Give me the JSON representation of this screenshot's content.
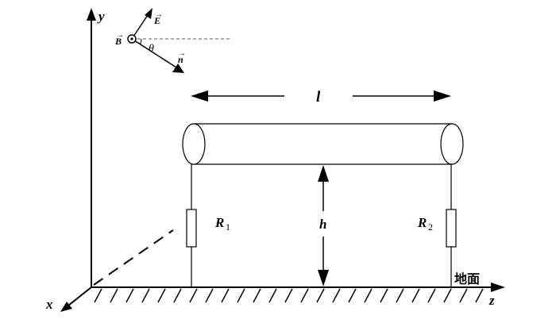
{
  "axes": {
    "x_label": "x",
    "y_label": "y",
    "z_label": "z"
  },
  "field_vectors": {
    "e_label": "E",
    "b_label": "B",
    "n_label": "n",
    "angle_label": "θ"
  },
  "dimensions": {
    "length_label": "l",
    "height_label": "h"
  },
  "resistors": {
    "r1_main": "R",
    "r1_sub": "1",
    "r2_main": "R",
    "r2_sub": "2"
  },
  "ground": {
    "label": "地面"
  }
}
